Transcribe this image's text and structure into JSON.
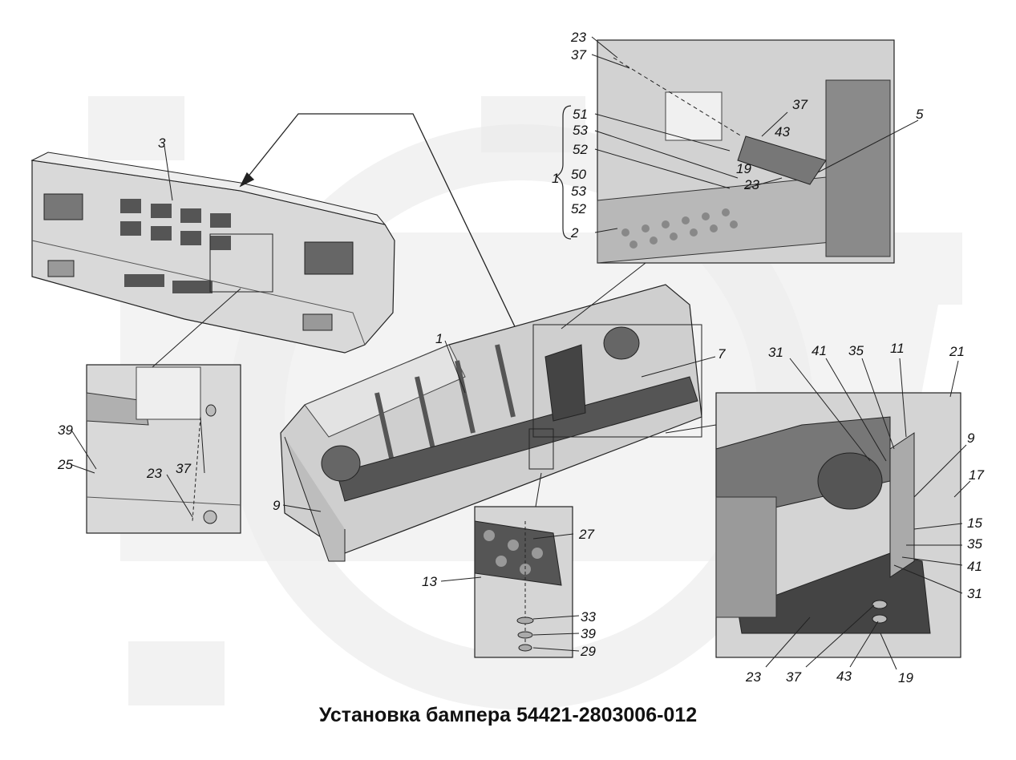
{
  "caption": "Установка бампера 54421-2803006-012",
  "callouts": {
    "main": [
      "3",
      "1",
      "7",
      "9"
    ],
    "top_inset": [
      "23",
      "37",
      "51",
      "53",
      "52",
      "1",
      "50",
      "53",
      "52",
      "2",
      "37",
      "43",
      "5",
      "19",
      "23"
    ],
    "left_inset": [
      "39",
      "25",
      "23",
      "37"
    ],
    "bottom_inset": [
      "27",
      "13",
      "33",
      "39",
      "29"
    ],
    "right_inset": [
      "31",
      "41",
      "35",
      "11",
      "21",
      "9",
      "17",
      "15",
      "35",
      "41",
      "31",
      "23",
      "37",
      "43",
      "19"
    ]
  },
  "colors": {
    "watermark": "#e7e7e7",
    "part_light": "#d9d9d9",
    "part_mid": "#b3b3b3",
    "part_dark": "#4a4a4a",
    "line": "#222222"
  }
}
